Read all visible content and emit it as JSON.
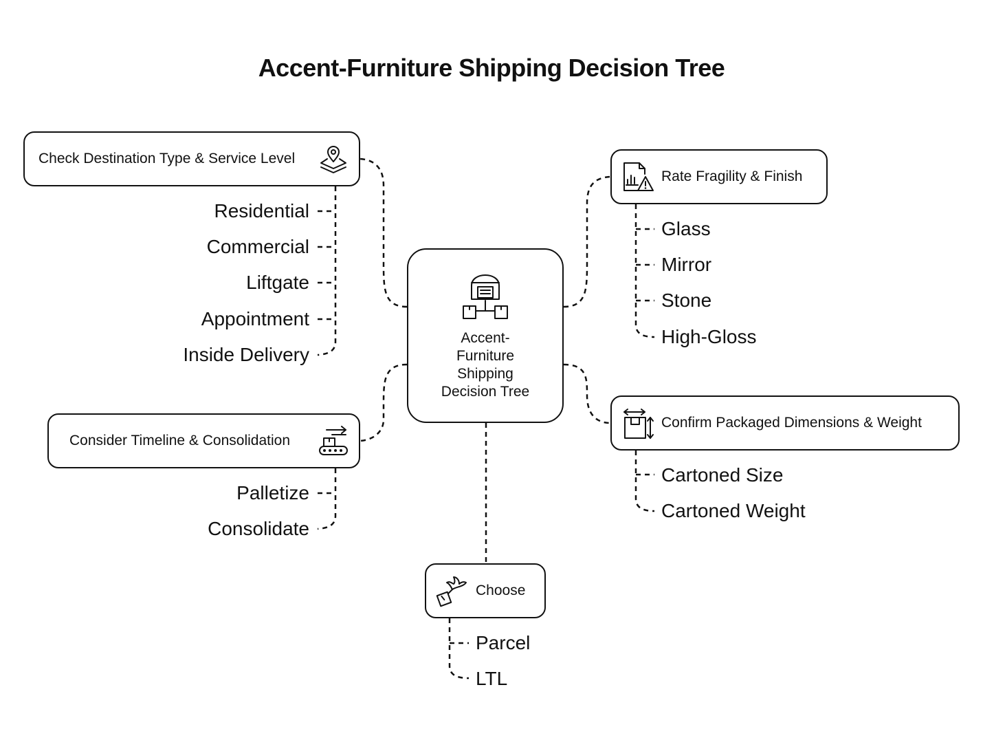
{
  "title": "Accent-Furniture Shipping Decision Tree",
  "center": {
    "lines": [
      "Accent-",
      "Furniture",
      "Shipping",
      "Decision Tree"
    ],
    "icon": "warehouse-network-icon"
  },
  "branches": {
    "destination": {
      "label": "Check Destination Type & Service Level",
      "icon": "location-pin-layers-icon",
      "items": [
        "Residential",
        "Commercial",
        "Liftgate",
        "Appointment",
        "Inside Delivery"
      ]
    },
    "timeline": {
      "label": "Consider Timeline & Consolidation",
      "icon": "conveyor-belt-icon",
      "items": [
        "Palletize",
        "Consolidate"
      ]
    },
    "fragility": {
      "label": "Rate Fragility & Finish",
      "icon": "fragile-warning-icon",
      "items": [
        "Glass",
        "Mirror",
        "Stone",
        "High-Gloss"
      ]
    },
    "dimensions": {
      "label": "Confirm Packaged Dimensions & Weight",
      "icon": "box-dimensions-icon",
      "items": [
        "Cartoned Size",
        "Cartoned Weight"
      ]
    },
    "choose": {
      "label": "Choose",
      "icon": "delivery-drone-package-icon",
      "items": [
        "Parcel",
        "LTL"
      ]
    }
  }
}
